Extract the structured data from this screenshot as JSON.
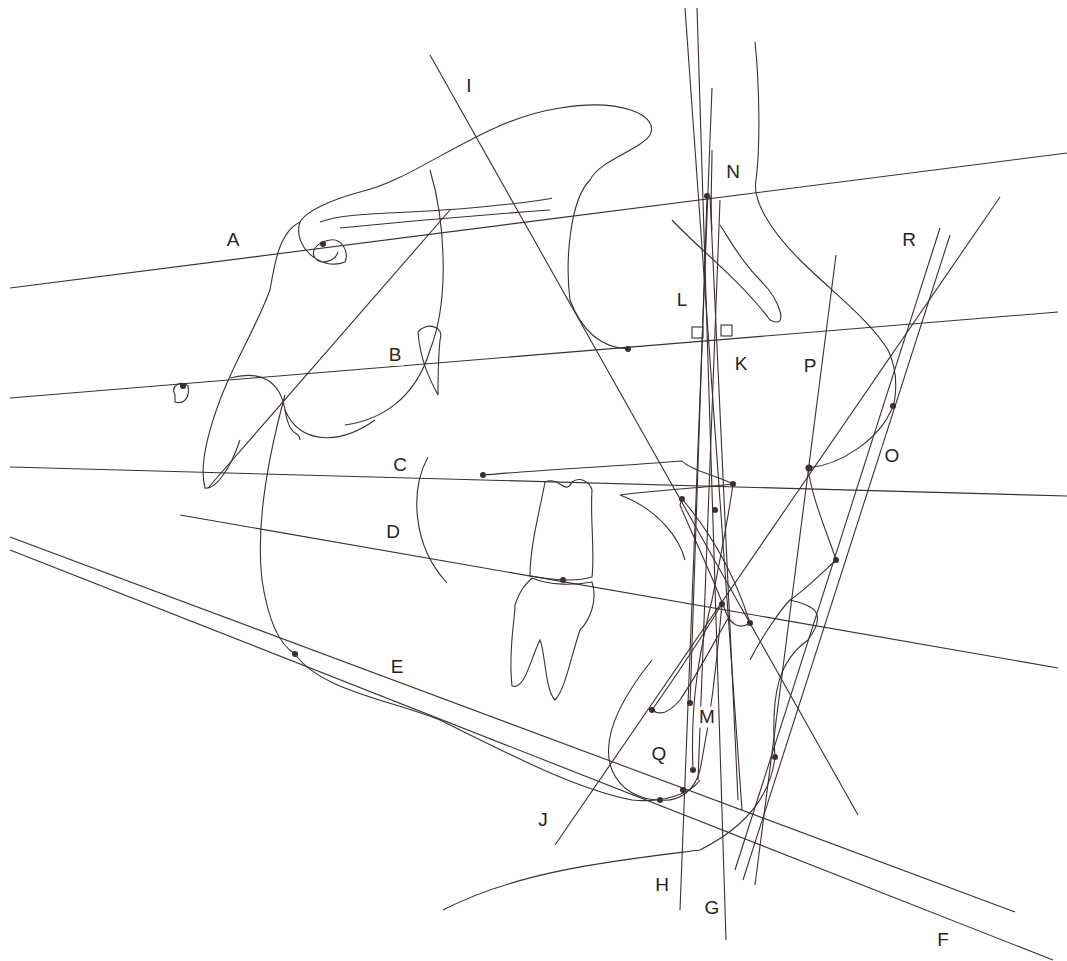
{
  "diagram": {
    "labels": [
      "A",
      "B",
      "C",
      "D",
      "E",
      "F",
      "G",
      "H",
      "I",
      "J",
      "K",
      "L",
      "M",
      "N",
      "O",
      "P",
      "Q",
      "R"
    ]
  }
}
